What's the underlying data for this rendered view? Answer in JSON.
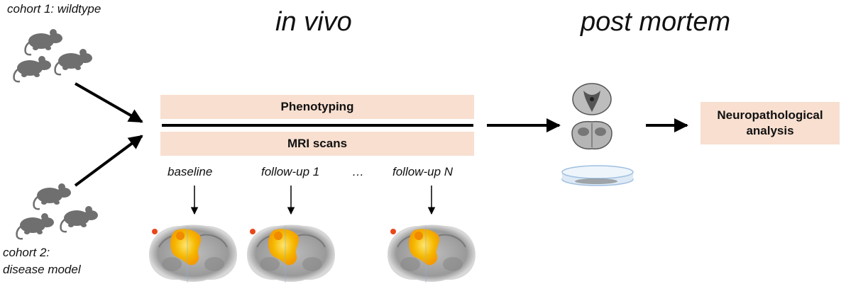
{
  "cohorts": {
    "cohort1": {
      "label": "cohort 1: wildtype"
    },
    "cohort2": {
      "line1": "cohort 2:",
      "line2": "disease model"
    }
  },
  "phases": {
    "in_vivo": "in vivo",
    "post_mortem": "post mortem"
  },
  "boxes": {
    "phenotyping": "Phenotyping",
    "mri": "MRI scans"
  },
  "timepoints": {
    "baseline": "baseline",
    "follow_up_1": "follow-up 1",
    "ellipsis": "…",
    "follow_up_n": "follow-up N"
  },
  "analysis": {
    "line1": "Neuropathological",
    "line2": "analysis"
  },
  "colors": {
    "box_fill": "#f8dfd0",
    "mouse": "#6f6f6f",
    "arrow": "#000000",
    "activation": "#f5b800"
  }
}
